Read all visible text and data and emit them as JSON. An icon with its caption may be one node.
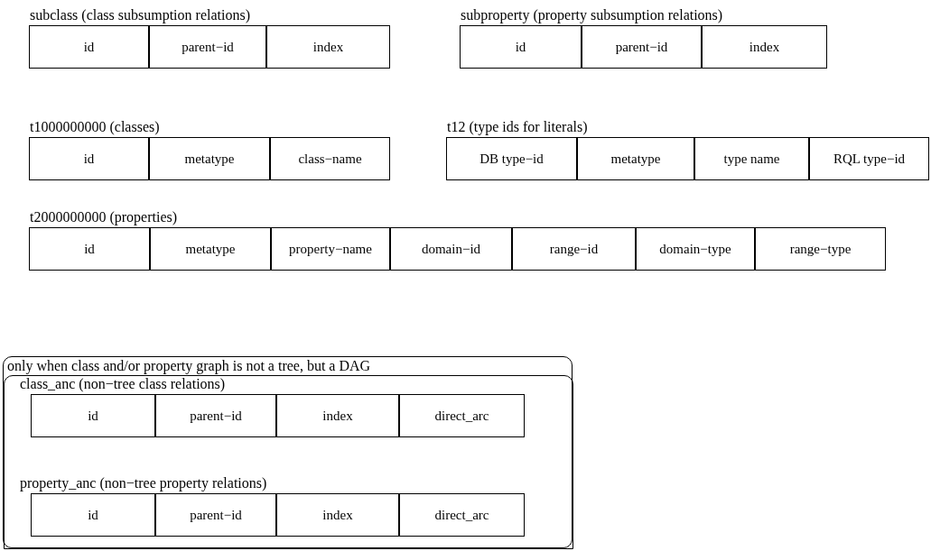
{
  "diagram": {
    "nodes": [
      {
        "text": [
          "subclass (class subsumption relations)"
        ]
      },
      {
        "text": [
          "id"
        ],
        "in": 0
      },
      {
        "text": [
          "parent−id"
        ],
        "in": 0
      },
      {
        "text": [
          "index"
        ],
        "in": 0
      },
      {
        "text": [
          "subproperty (property subsumption relations)"
        ]
      },
      {
        "text": [
          "id"
        ],
        "in": 4
      },
      {
        "text": [
          "parent−id"
        ],
        "in": 4
      },
      {
        "text": [
          "index"
        ],
        "in": 4
      },
      {
        "text": [
          "t1000000000 (classes)"
        ]
      },
      {
        "text": [
          "id"
        ],
        "in": 8
      },
      {
        "text": [
          "metatype"
        ],
        "in": 8
      },
      {
        "text": [
          "class−name"
        ],
        "in": 8
      },
      {
        "text": [
          "t12 (type ids for literals)"
        ]
      },
      {
        "text": [
          "DB type−id"
        ],
        "in": 12
      },
      {
        "text": [
          "metatype"
        ],
        "in": 12
      },
      {
        "text": [
          "type name"
        ],
        "in": 12
      },
      {
        "text": [
          "RQL type−id"
        ],
        "in": 12
      },
      {
        "text": [
          "t2000000000 (properties)"
        ]
      },
      {
        "text": [
          "id"
        ],
        "in": 17
      },
      {
        "text": [
          "metatype"
        ],
        "in": 17
      },
      {
        "text": [
          "property−name"
        ],
        "in": 17
      },
      {
        "text": [
          "domain−id"
        ],
        "in": 17
      },
      {
        "text": [
          "range−id"
        ],
        "in": 17
      },
      {
        "text": [
          "domain−type"
        ],
        "in": 17
      },
      {
        "text": [
          "range−type"
        ],
        "in": 17
      },
      {
        "text": [
          "only when class and/or property graph is not a tree, but a DAG"
        ]
      },
      {
        "text": [],
        "shape": "box",
        "in": 25
      },
      {
        "text": [
          "class_anc (non−tree class relations)"
        ],
        "in": 26
      },
      {
        "text": [
          "id"
        ],
        "in": 27
      },
      {
        "text": [
          "parent−id"
        ],
        "in": 27
      },
      {
        "text": [
          "index"
        ],
        "in": 27
      },
      {
        "text": [
          "direct_arc"
        ],
        "in": 27
      },
      {
        "text": [
          "property_anc (non−tree property relations)"
        ],
        "in": 26
      },
      {
        "text": [
          "id"
        ],
        "in": 32
      },
      {
        "text": [
          "parent−id"
        ],
        "in": 32
      },
      {
        "text": [
          "index"
        ],
        "in": 32
      },
      {
        "text": [
          "direct_arc"
        ],
        "in": 32
      }
    ]
  }
}
